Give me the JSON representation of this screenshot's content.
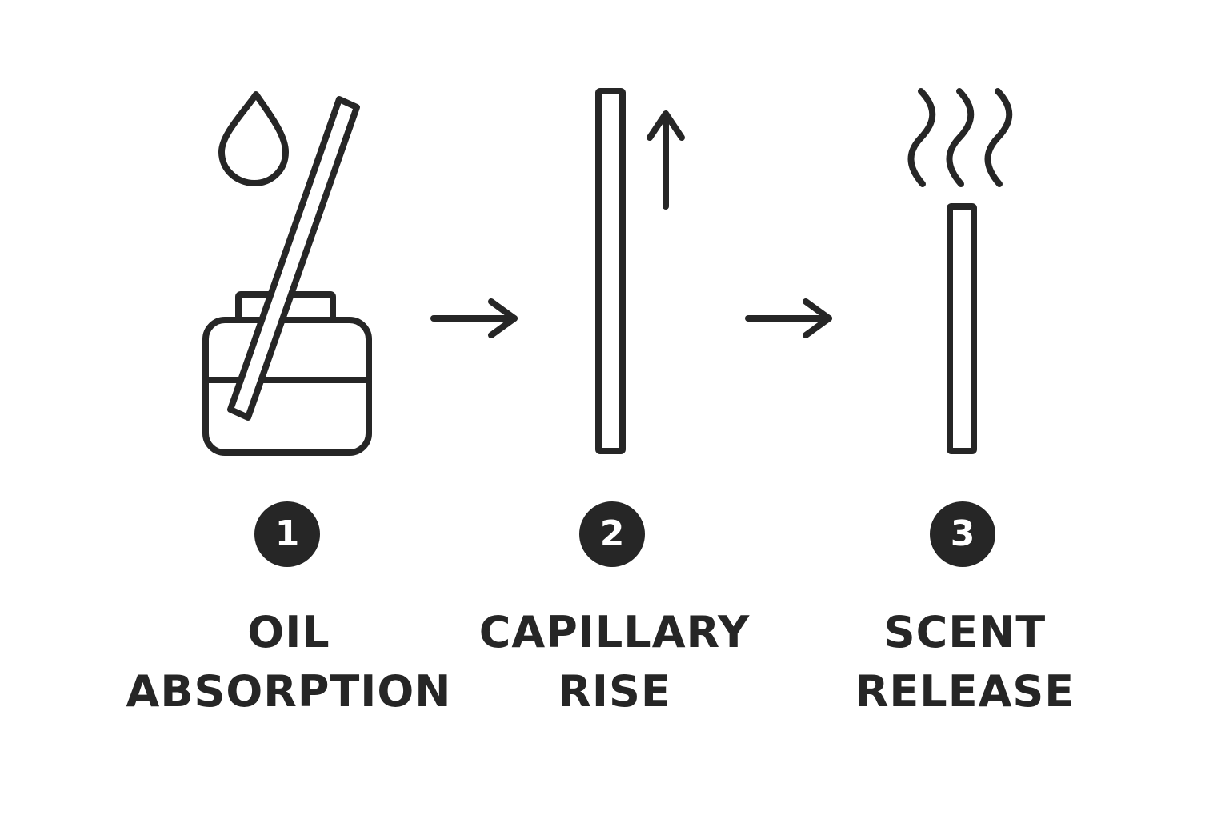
{
  "colors": {
    "ink": "#262626",
    "background": "#ffffff"
  },
  "steps": [
    {
      "number": "1",
      "label_line1": "OIL",
      "label_line2": "ABSORPTION",
      "icon": "diffuser-jar-with-reed-and-oil-drop-icon"
    },
    {
      "number": "2",
      "label_line1": "CAPILLARY",
      "label_line2": "RISE",
      "icon": "reed-stick-with-up-arrow-icon"
    },
    {
      "number": "3",
      "label_line1": "SCENT",
      "label_line2": "RELEASE",
      "icon": "reed-stick-with-scent-waves-icon"
    }
  ],
  "connectors": [
    "right-arrow-icon",
    "right-arrow-icon"
  ]
}
